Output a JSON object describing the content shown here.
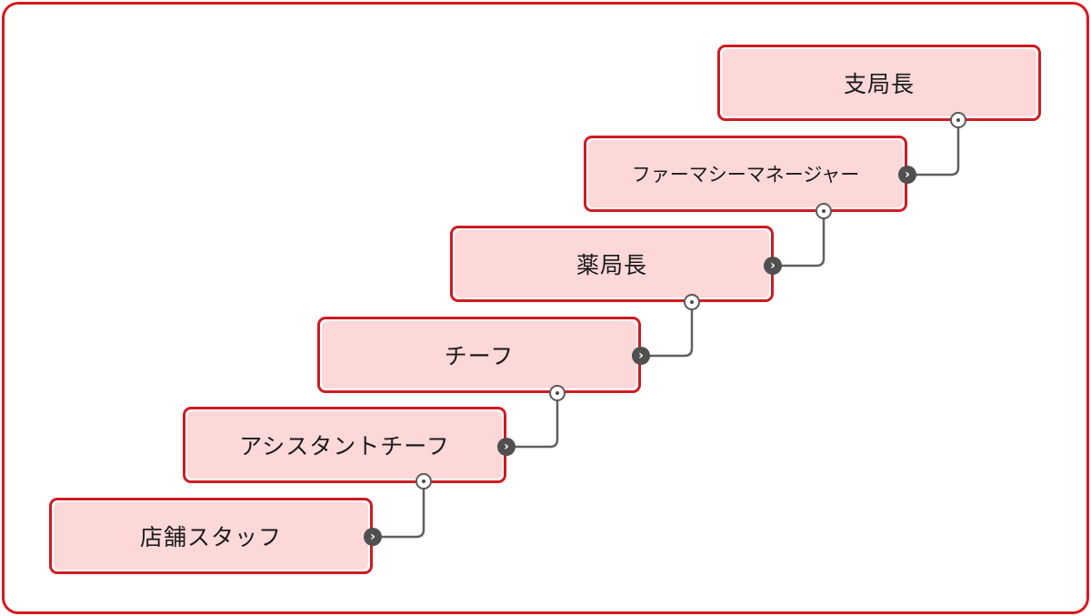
{
  "steps": [
    {
      "label": "店舗スタッフ"
    },
    {
      "label": "アシスタントチーフ"
    },
    {
      "label": "チーフ"
    },
    {
      "label": "薬局長"
    },
    {
      "label": "ファーマシーマネージャー"
    },
    {
      "label": "支局長"
    }
  ],
  "arrow_glyph": "›",
  "colors": {
    "frame_border": "#d7191f",
    "box_border": "#cf1b22",
    "box_fill": "#fdd8d8",
    "connector": "#5a5a5a"
  }
}
